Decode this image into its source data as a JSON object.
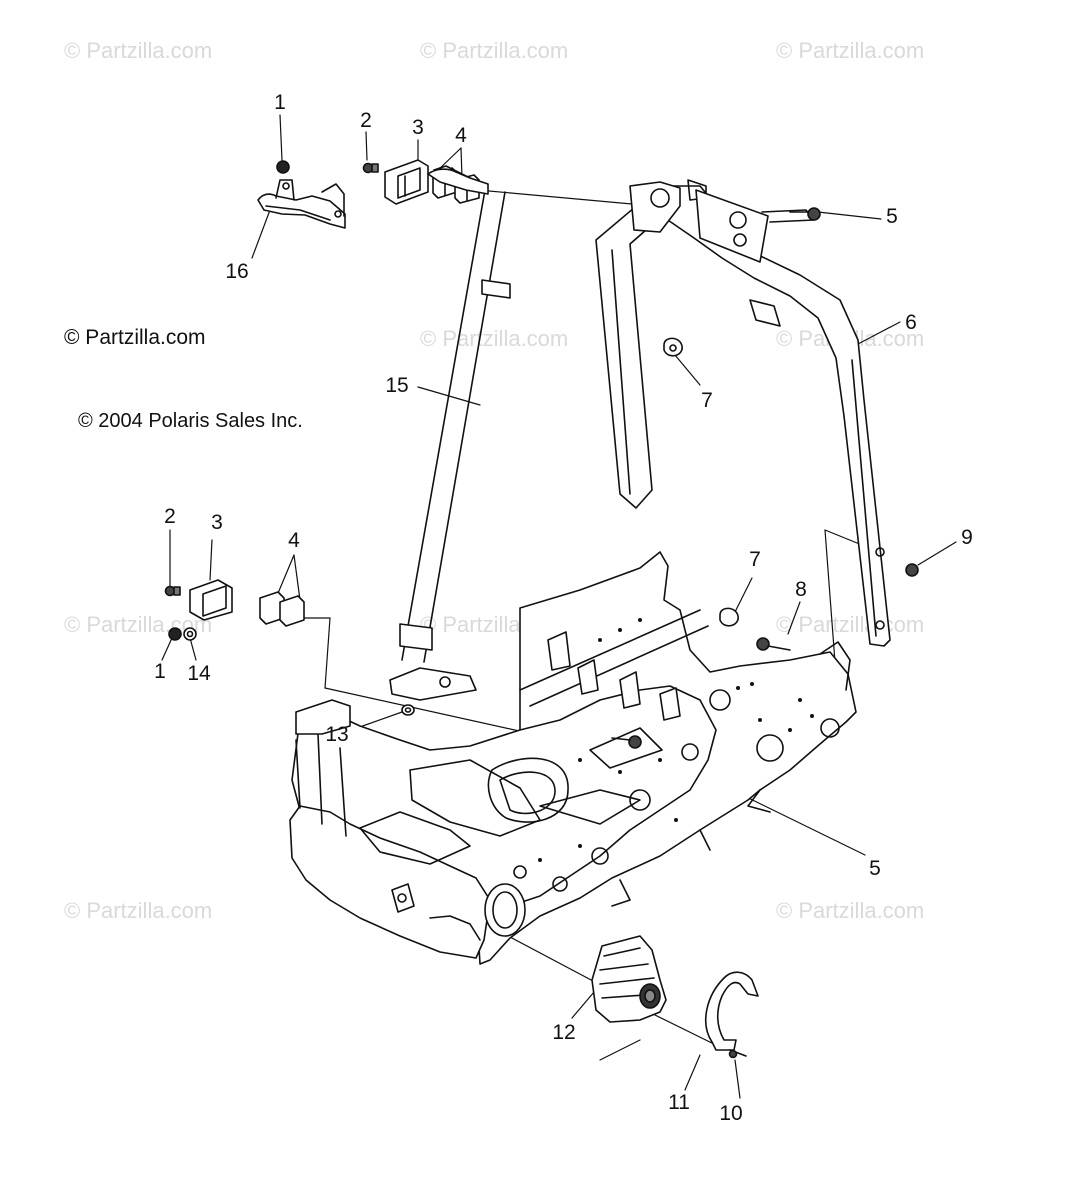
{
  "watermark": "© Partzilla.com",
  "copyright": {
    "partzilla": "© Partzilla.com",
    "polaris": "© 2004 Polaris Sales Inc."
  },
  "callouts": [
    "1",
    "2",
    "3",
    "4",
    "16",
    "5",
    "6",
    "7",
    "15",
    "9",
    "7",
    "8",
    "2",
    "3",
    "4",
    "1",
    "14",
    "13",
    "5",
    "12",
    "11",
    "10"
  ]
}
